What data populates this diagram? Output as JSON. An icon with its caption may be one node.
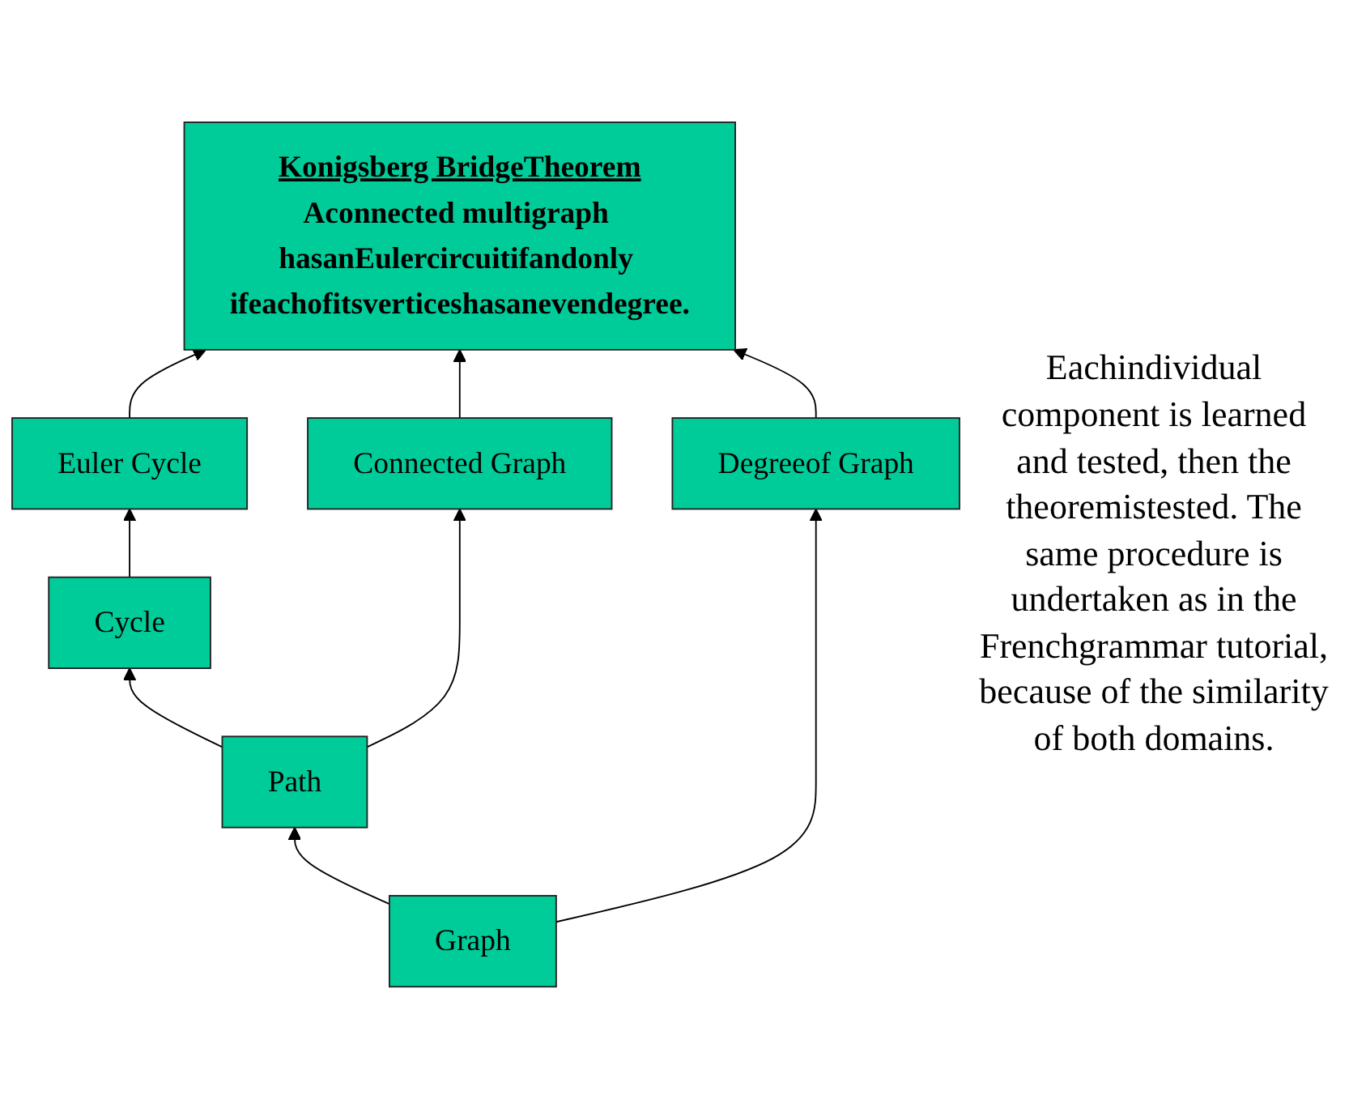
{
  "diagram": {
    "nodes": [
      {
        "text": [
          "Konigsberg BridgeTheorem",
          "Aconnected multigraph hasanEulercircuitifandonly ifeachofitsverticeshasanevendegree."
        ]
      },
      {
        "text": [
          "Euler Cycle"
        ]
      },
      {
        "text": [
          "Cycle"
        ]
      },
      {
        "text": [
          "Connected Graph"
        ]
      },
      {
        "text": [
          "Degreeof Graph"
        ]
      },
      {
        "text": [
          "Path"
        ]
      },
      {
        "text": [
          "Graph"
        ]
      }
    ],
    "edges": [
      {
        "from": 1,
        "to": 0,
        "arrow": "to"
      },
      {
        "from": 2,
        "to": 1,
        "arrow": "to"
      },
      {
        "from": 5,
        "to": 2,
        "arrow": "to"
      },
      {
        "from": 5,
        "to": 3,
        "arrow": "to"
      },
      {
        "from": 6,
        "to": 5,
        "arrow": "to"
      },
      {
        "from": 6,
        "to": 4,
        "arrow": "to"
      },
      {
        "from": 3,
        "to": 0,
        "arrow": "to"
      },
      {
        "from": 4,
        "to": 0,
        "arrow": "to"
      }
    ],
    "labels": [
      "Eachindividual component is learned and tested, then the theoremistested. The same procedure is undertaken as in the Frenchgrammar tutorial, because of the similarity of both domains."
    ]
  }
}
